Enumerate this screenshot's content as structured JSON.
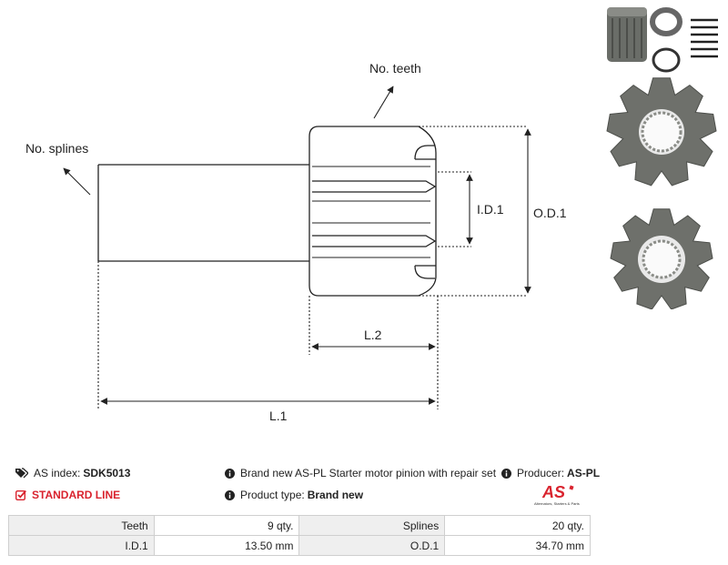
{
  "drawing": {
    "labels": {
      "splines": "No. splines",
      "teeth": "No. teeth",
      "id1": "I.D.1",
      "od1": "O.D.1",
      "l2": "L.2",
      "l1": "L.1"
    }
  },
  "photos": {
    "items": [
      "pinion-with-repair-set",
      "pinion-top-view",
      "pinion-bottom-view"
    ]
  },
  "info": {
    "index_label": "AS index:",
    "index_value": "SDK5013",
    "description": "Brand new AS-PL Starter motor pinion with repair set",
    "producer_label": "Producer:",
    "producer_value": "AS-PL",
    "line": "STANDARD LINE",
    "type_label": "Product type:",
    "type_value": "Brand new"
  },
  "logo": {
    "mark": "AS",
    "tagline": "Alternators, Starters & Parts",
    "color": "#d9232e"
  },
  "specs": {
    "rows": [
      {
        "label1": "Teeth",
        "value1": "9 qty.",
        "label2": "Splines",
        "value2": "20 qty."
      },
      {
        "label1": "I.D.1",
        "value1": "13.50 mm",
        "label2": "O.D.1",
        "value2": "34.70 mm"
      }
    ]
  },
  "colors": {
    "accent": "#d9232e",
    "header_cell": "#efefef",
    "metal": "#6a6d68"
  }
}
